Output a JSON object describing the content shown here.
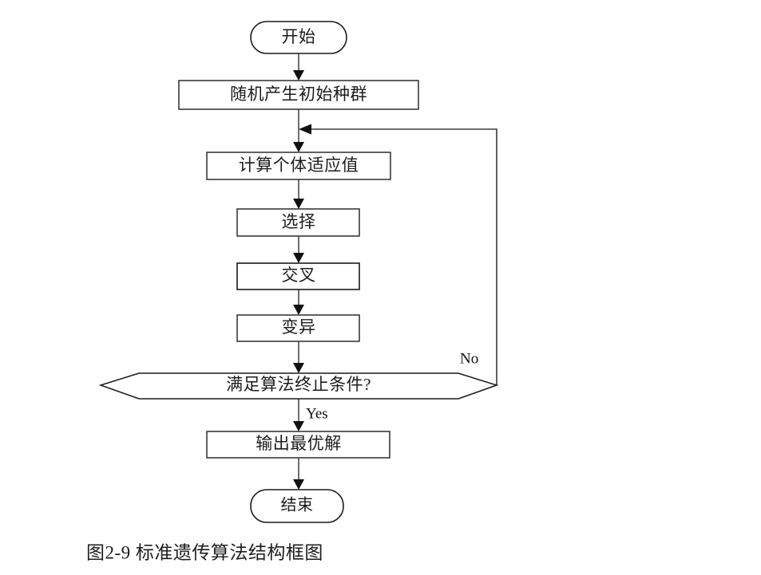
{
  "figure": {
    "caption": "图2-9  标准遗传算法结构框图",
    "background_color": "#ffffff",
    "node_fill": "#ffffff",
    "node_stroke": "#3a3a3a",
    "connector_color": "#6f6f6f",
    "text_color": "#1c1c1c"
  },
  "chart_data": {
    "type": "diagram",
    "title": "图2-9  标准遗传算法结构框图",
    "nodes": [
      {
        "id": "start",
        "shape": "terminator",
        "label": "开始"
      },
      {
        "id": "init",
        "shape": "process",
        "label": "随机产生初始种群"
      },
      {
        "id": "fitness",
        "shape": "process",
        "label": "计算个体适应值"
      },
      {
        "id": "selection",
        "shape": "process",
        "label": "选择"
      },
      {
        "id": "crossover",
        "shape": "process",
        "label": "交叉"
      },
      {
        "id": "mutation",
        "shape": "process",
        "label": "变异"
      },
      {
        "id": "decision",
        "shape": "hexagon",
        "label": "满足算法终止条件?"
      },
      {
        "id": "output",
        "shape": "process",
        "label": "输出最优解"
      },
      {
        "id": "end",
        "shape": "terminator",
        "label": "结束"
      }
    ],
    "edges": [
      {
        "from": "start",
        "to": "init",
        "label": ""
      },
      {
        "from": "init",
        "to": "fitness",
        "label": ""
      },
      {
        "from": "fitness",
        "to": "selection",
        "label": ""
      },
      {
        "from": "selection",
        "to": "crossover",
        "label": ""
      },
      {
        "from": "crossover",
        "to": "mutation",
        "label": ""
      },
      {
        "from": "mutation",
        "to": "decision",
        "label": ""
      },
      {
        "from": "decision",
        "to": "output",
        "label": "Yes"
      },
      {
        "from": "decision",
        "to": "fitness",
        "label": "No"
      }
    ]
  },
  "nodes": {
    "start": {
      "label": "开始"
    },
    "init": {
      "label": "随机产生初始种群"
    },
    "fitness": {
      "label": "计算个体适应值"
    },
    "selection": {
      "label": "选择"
    },
    "crossover": {
      "label": "交叉"
    },
    "mutation": {
      "label": "变异"
    },
    "decision": {
      "label": "满足算法终止条件?"
    },
    "output": {
      "label": "输出最优解"
    },
    "end": {
      "label": "结束"
    }
  },
  "branch_labels": {
    "no": "No",
    "yes": "Yes"
  }
}
